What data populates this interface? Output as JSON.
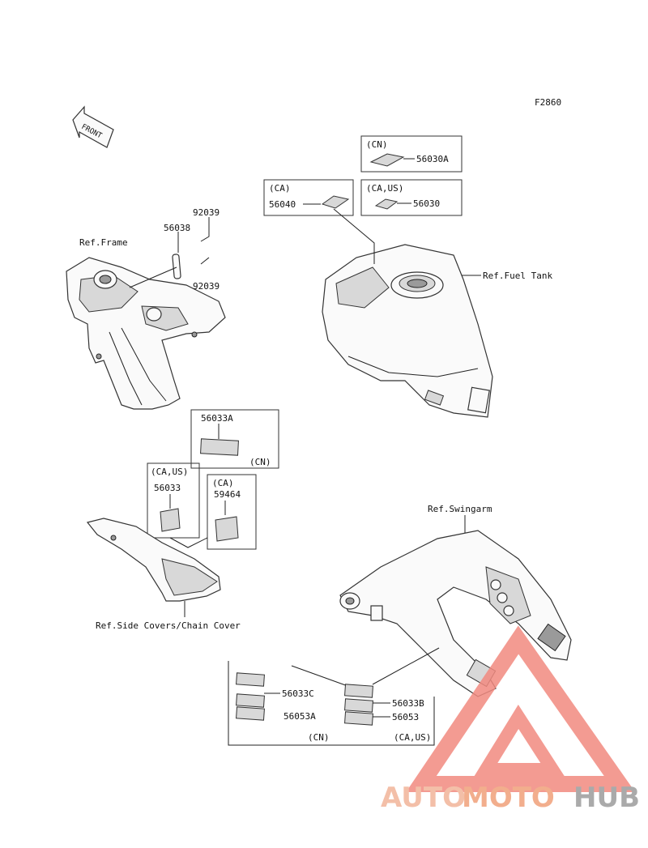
{
  "figure_code": "F2860",
  "front_label": "FRONT",
  "references": {
    "frame": "Ref.Frame",
    "fuel_tank": "Ref.Fuel Tank",
    "side_covers": "Ref.Side Covers/Chain Cover",
    "swingarm": "Ref.Swingarm"
  },
  "parts": {
    "p92039_top": "92039",
    "p56038": "56038",
    "p92039_bottom": "92039",
    "p56030A": "56030A",
    "p56030": "56030",
    "p56040": "56040",
    "p56033A": "56033A",
    "p56033": "56033",
    "p59464": "59464",
    "p56033C": "56033C",
    "p56053A": "56053A",
    "p56033B": "56033B",
    "p56053": "56053"
  },
  "regions": {
    "cn_top": "(CN)",
    "ca_us_top": "(CA,US)",
    "ca_tank": "(CA)",
    "cn_56033A": "(CN)",
    "ca_us_side": "(CA,US)",
    "ca_side": "(CA)",
    "cn_bottom": "(CN)",
    "ca_us_bottom": "(CA,US)"
  },
  "watermark": {
    "auto": "AUTO",
    "moto": "MOTO",
    "hub": "HUB",
    "colors": {
      "auto": "#f2b49a",
      "moto": "#f0a07a",
      "hub": "#9c9c9c",
      "triangle": "#f28a80"
    }
  }
}
